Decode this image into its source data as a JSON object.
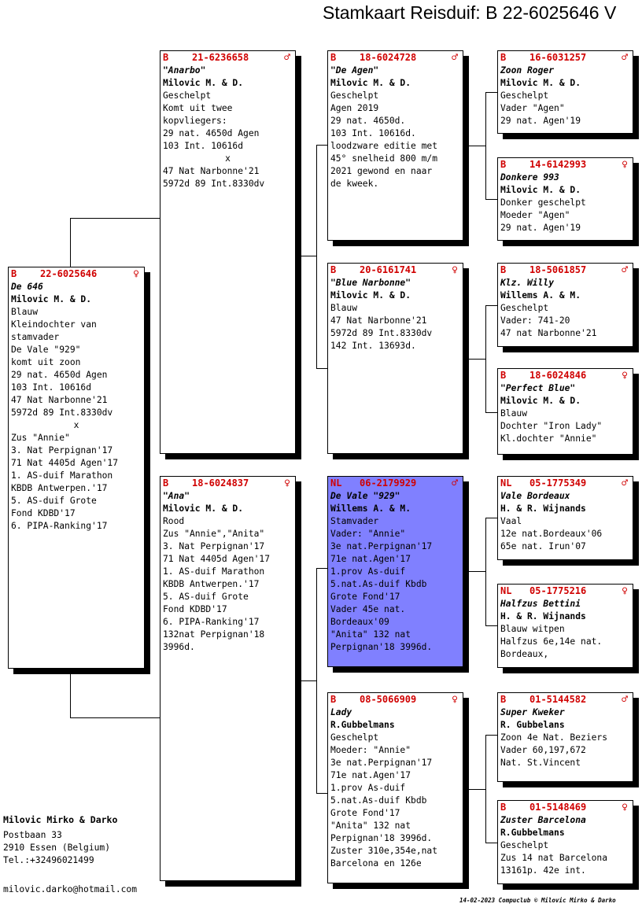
{
  "title": "Stamkaart Reisduif: B   22-6025646 V",
  "male_symbol": "♂",
  "female_symbol": "♀",
  "cards": [
    {
      "id": "c0",
      "country": "B",
      "ring": "22-6025646",
      "sex": "female",
      "name": "De 646",
      "owner": "Milovic M. & D.",
      "lines": [
        "Blauw",
        "Kleindochter van",
        "stamvader",
        "De Vale \"929\"",
        "komt uit zoon",
        "29 nat. 4650d Agen",
        "103 Int. 10616d",
        "47 Nat Narbonne'21",
        "5972d 89 Int.8330dv",
        "x",
        "Zus \"Annie\"",
        "3. Nat Perpignan'17",
        "71 Nat 4405d Agen'17",
        "1. AS-duif Marathon",
        "KBDB Antwerpen.'17",
        "5. AS-duif Grote",
        "Fond KDBD'17",
        "6. PIPA-Ranking'17"
      ]
    },
    {
      "id": "c1",
      "country": "B",
      "ring": "21-6236658",
      "sex": "male",
      "name": "\"Anarbo\"",
      "owner": "Milovic M. & D.",
      "lines": [
        "Geschelpt",
        "Komt uit twee",
        "kopvliegers:",
        "29 nat. 4650d Agen",
        "103 Int. 10616d",
        "x",
        "47 Nat Narbonne'21",
        "5972d 89 Int.8330dv"
      ]
    },
    {
      "id": "c2",
      "country": "B",
      "ring": "18-6024837",
      "sex": "female",
      "name": "\"Ana\"",
      "owner": "Milovic M. & D.",
      "lines": [
        "Rood",
        "Zus \"Annie\",\"Anita\"",
        "3. Nat Perpignan'17",
        "71 Nat 4405d Agen'17",
        "1. AS-duif Marathon",
        "KBDB Antwerpen.'17",
        "5. AS-duif Grote",
        "Fond KDBD'17",
        "6. PIPA-Ranking'17",
        "132nat Perpignan'18",
        "3996d."
      ]
    },
    {
      "id": "c3",
      "country": "B",
      "ring": "18-6024728",
      "sex": "male",
      "name": "\"De Agen\"",
      "owner": "Milovic M. & D.",
      "lines": [
        "Geschelpt",
        "Agen 2019",
        "29 nat. 4650d.",
        "103 Int. 10616d.",
        "loodzware editie met",
        "45° snelheid 800 m/m",
        "2021 gewond en naar",
        "de kweek."
      ]
    },
    {
      "id": "c4",
      "country": "B",
      "ring": "20-6161741",
      "sex": "female",
      "name": "\"Blue Narbonne\"",
      "owner": "Milovic M. & D.",
      "lines": [
        "Blauw",
        "47 Nat Narbonne'21",
        "5972d 89 Int.8330dv",
        "142 Int. 13693d."
      ]
    },
    {
      "id": "c5",
      "country": "NL",
      "ring": "06-2179929",
      "sex": "male",
      "name": "De Vale \"929\"",
      "owner": "Willems A. & M.",
      "lines": [
        "Stamvader",
        "Vader: \"Annie\"",
        "3e nat.Perpignan'17",
        "71e nat.Agen'17",
        "1.prov As-duif",
        "5.nat.As-duif Kbdb",
        "Grote Fond'17",
        "Vader 45e nat.",
        "Bordeaux'09",
        "\"Anita\" 132 nat",
        "Perpignan'18 3996d."
      ]
    },
    {
      "id": "c6",
      "country": "B",
      "ring": "08-5066909",
      "sex": "female",
      "name": "Lady",
      "owner": "R.Gubbelmans",
      "lines": [
        "Geschelpt",
        "Moeder: \"Annie\"",
        "3e nat.Perpignan'17",
        "71e nat.Agen'17",
        "1.prov As-duif",
        "5.nat.As-duif Kbdb",
        "Grote Fond'17",
        "\"Anita\" 132 nat",
        "Perpignan'18 3996d.",
        "Zuster 310e,354e,nat",
        "Barcelona en 126e"
      ]
    },
    {
      "id": "c7",
      "country": "B",
      "ring": "16-6031257",
      "sex": "male",
      "name": "Zoon Roger",
      "owner": "Milovic M. & D.",
      "lines": [
        "Geschelpt",
        "Vader \"Agen\"",
        "29 nat. Agen'19"
      ]
    },
    {
      "id": "c8",
      "country": "B",
      "ring": "14-6142993",
      "sex": "female",
      "name": "Donkere 993",
      "owner": "Milovic M. & D.",
      "lines": [
        "Donker geschelpt",
        "Moeder \"Agen\"",
        "29 nat. Agen'19"
      ]
    },
    {
      "id": "c9",
      "country": "B",
      "ring": "18-5061857",
      "sex": "male",
      "name": "Klz. Willy",
      "owner": "Willems A. & M.",
      "lines": [
        "Geschelpt",
        "Vader: 741-20",
        "47 nat Narbonne'21"
      ]
    },
    {
      "id": "c10",
      "country": "B",
      "ring": "18-6024846",
      "sex": "female",
      "name": "\"Perfect Blue\"",
      "owner": "Milovic M. & D.",
      "lines": [
        "Blauw",
        "Dochter \"Iron Lady\"",
        "Kl.dochter \"Annie\""
      ]
    },
    {
      "id": "c11",
      "country": "NL",
      "ring": "05-1775349",
      "sex": "male",
      "name": "Vale Bordeaux",
      "owner": "H. & R. Wijnands",
      "lines": [
        "Vaal",
        "12e nat.Bordeaux'06",
        "65e nat. Irun'07"
      ]
    },
    {
      "id": "c12",
      "country": "NL",
      "ring": "05-1775216",
      "sex": "female",
      "name": "Halfzus Bettini",
      "owner": "H. & R. Wijnands",
      "lines": [
        "Blauw witpen",
        "Halfzus 6e,14e nat.",
        "Bordeaux,"
      ]
    },
    {
      "id": "c13",
      "country": "B",
      "ring": "01-5144582",
      "sex": "male",
      "name": "Super Kweker",
      "owner": "R. Gubbelans",
      "lines": [
        "Zoon 4e Nat. Beziers",
        "Vader 60,197,672",
        "Nat. St.Vincent"
      ]
    },
    {
      "id": "c14",
      "country": "B",
      "ring": "01-5148469",
      "sex": "female",
      "name": "Zuster Barcelona",
      "owner": "R.Gubbelmans",
      "lines": [
        "Geschelpt",
        "Zus 14 nat Barcelona",
        "13161p. 42e int."
      ]
    }
  ],
  "breeder": {
    "name": "Milovic Mirko & Darko",
    "address": [
      "Postbaan 33",
      "2910  Essen (Belgium)",
      "Tel.:+32496021499"
    ],
    "email": "milovic.darko@hotmail.com"
  },
  "footer": "14-02-2023   Compuclub © Milovic Mirko & Darko"
}
